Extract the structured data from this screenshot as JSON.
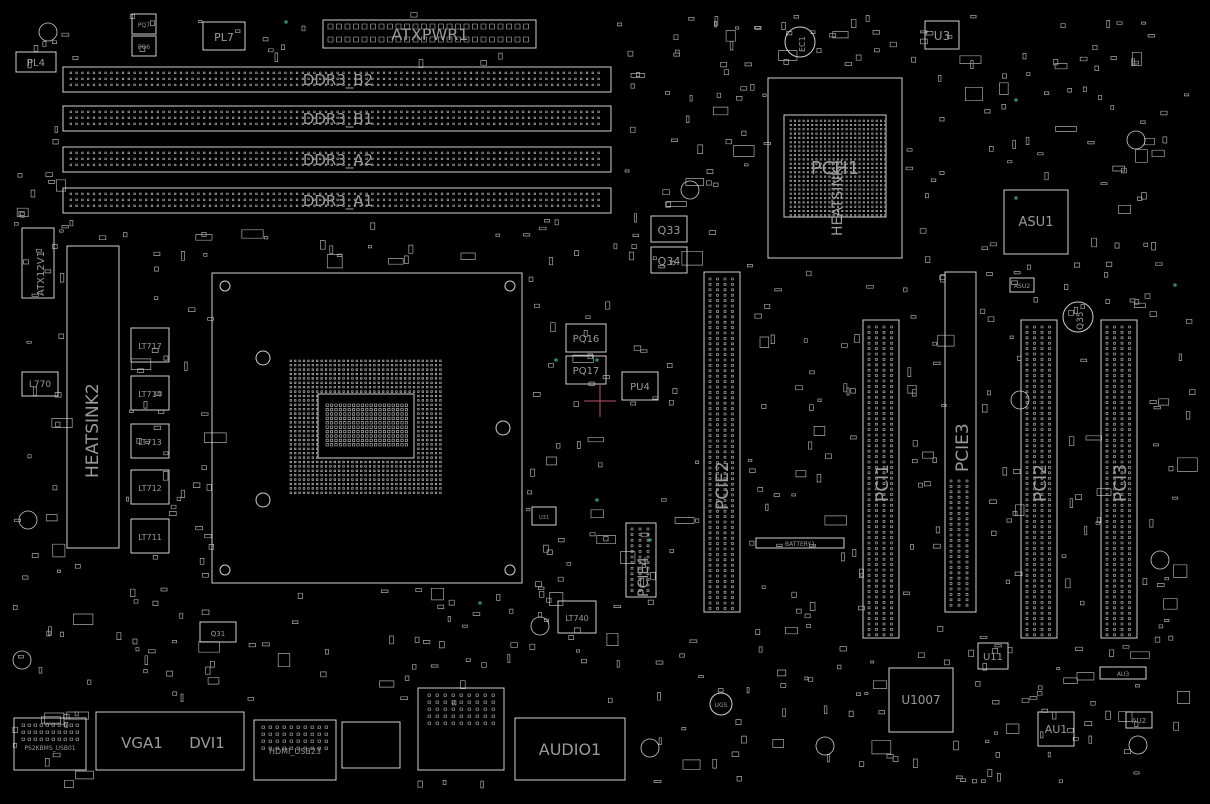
{
  "board": {
    "background": "#000000",
    "stroke": "#cfcfcf",
    "label_color": "#9a9a9a",
    "accent_green": "#2e8b57",
    "cursor_color": "#c0506a"
  },
  "labels": {
    "atxpwr1": "ATXPWR1",
    "ddr3_b2": "DDR3_B2",
    "ddr3_b1": "DDR3_B1",
    "ddr3_a2": "DDR3_A2",
    "ddr3_a1": "DDR3_A1",
    "pl7": "PL7",
    "pl4": "PL4",
    "pq7": "PQ7",
    "pq6": "PQ6",
    "u3": "U3",
    "ec1": "EC1",
    "asu1": "ASU1",
    "asu2": "ASU2",
    "pch": "PCH1",
    "heatsink1": "HEATSINK1",
    "q33": "Q33",
    "q34": "Q34",
    "q35": "Q35",
    "pq16": "PQ16",
    "pq17": "PQ17",
    "pu4": "PU4",
    "pcie2": "PCIE2",
    "pcie3": "PCIE3",
    "pcie4": "PCIE4",
    "pci1": "PCI1",
    "pci2": "PCI2",
    "pci3": "PCI3",
    "atx12v1": "ATX12V1",
    "heatsink2": "HEATSINK2",
    "lt717": "LT717",
    "lt714": "LT714",
    "lt713": "LT713",
    "lt712": "LT712",
    "lt711": "LT711",
    "lt740": "LT740",
    "l770": "L770",
    "battery1": "BATTERY1",
    "u11": "U11",
    "u1007": "U1007",
    "au1": "AU1",
    "au2": "AU2",
    "au3": "AU3",
    "ps2kbms": "PS2KBMS_USB01",
    "vga": "VGA1",
    "dvi": "DVI1",
    "audio1": "AUDIO1",
    "hdmi": "HDMI_USB23",
    "ugs": "UGS",
    "u31": "U31",
    "q31": "Q31"
  }
}
